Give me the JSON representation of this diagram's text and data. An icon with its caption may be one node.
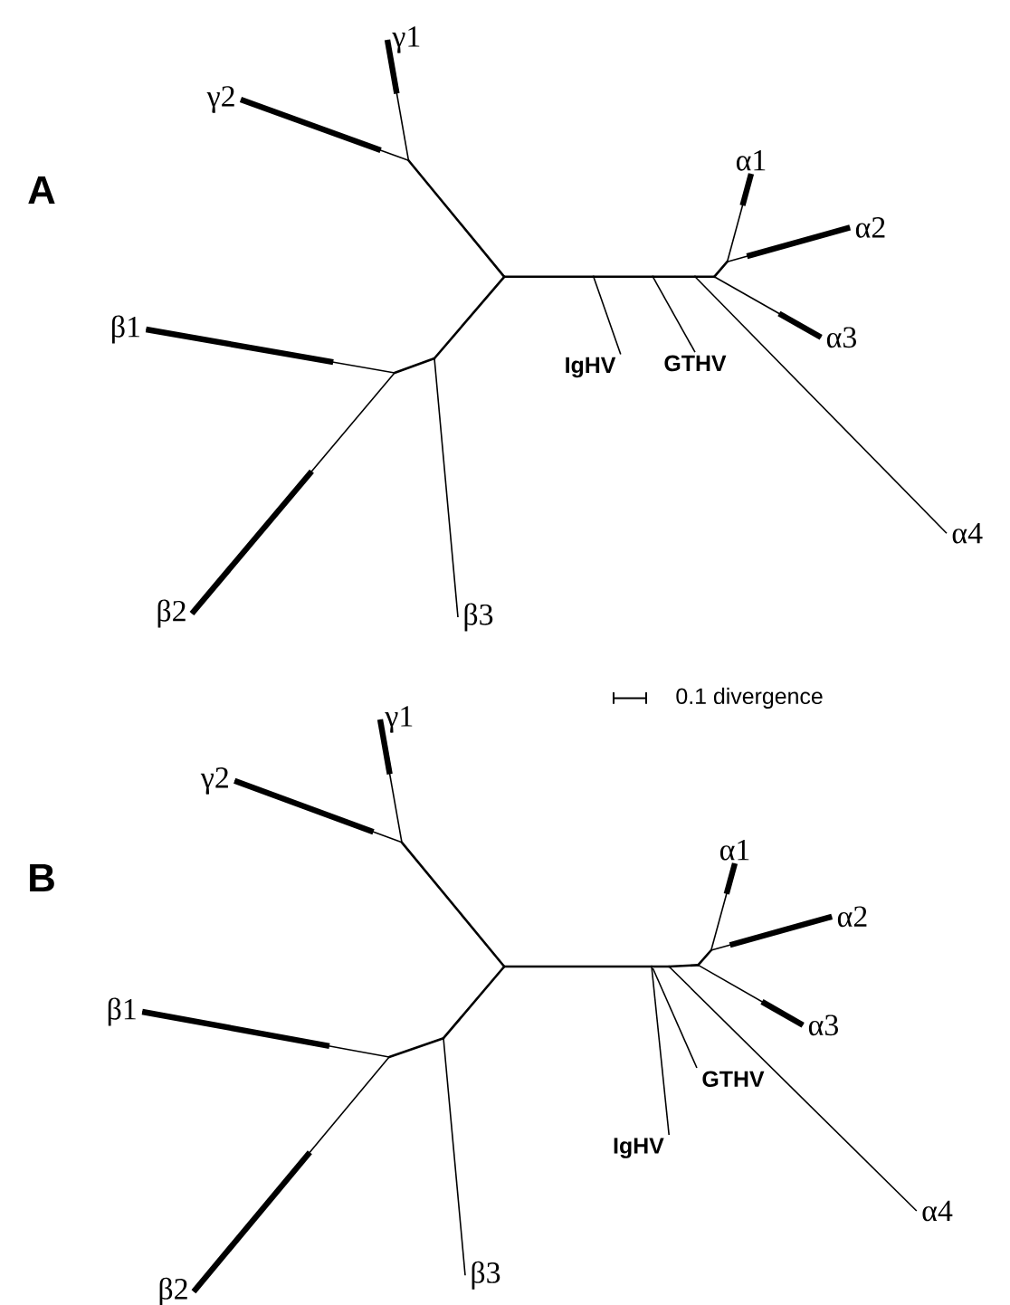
{
  "diagram": {
    "nodes": [
      {
        "text": [
          "γ1"
        ]
      },
      {
        "text": [
          "γ2"
        ]
      },
      {
        "text": [
          "α1"
        ]
      },
      {
        "text": [
          "α2"
        ]
      },
      {
        "text": [
          "β1"
        ]
      },
      {
        "text": [
          "α3"
        ]
      },
      {
        "text": [
          "IgHV"
        ]
      },
      {
        "text": [
          "GTHV"
        ]
      },
      {
        "text": [
          "α4"
        ]
      },
      {
        "text": [
          "β2"
        ]
      },
      {
        "text": [
          "β3"
        ]
      },
      {
        "text": [
          "γ1"
        ]
      },
      {
        "text": [
          "γ2"
        ]
      },
      {
        "text": [
          "α1"
        ]
      },
      {
        "text": [
          "α2"
        ]
      },
      {
        "text": [
          "β1"
        ]
      },
      {
        "text": [
          "α3"
        ]
      },
      {
        "text": [
          "GTHV"
        ]
      },
      {
        "text": [
          "IgHV"
        ]
      },
      {
        "text": [
          "α4"
        ]
      },
      {
        "text": [
          "β2"
        ]
      },
      {
        "text": [
          "β3"
        ]
      }
    ],
    "edges": [
      {
        "from": null,
        "to": 0,
        "arrow": "none"
      },
      {
        "from": null,
        "to": 1,
        "arrow": "none"
      },
      {
        "from": null,
        "to": 2,
        "arrow": "none"
      },
      {
        "from": null,
        "to": 3,
        "arrow": "none"
      },
      {
        "from": null,
        "to": 4,
        "arrow": "none"
      },
      {
        "from": null,
        "to": 5,
        "arrow": "none"
      },
      {
        "from": null,
        "to": 6,
        "arrow": "none"
      },
      {
        "from": null,
        "to": 7,
        "arrow": "none"
      },
      {
        "from": null,
        "to": 8,
        "arrow": "none"
      },
      {
        "from": null,
        "to": 9,
        "arrow": "none"
      },
      {
        "from": null,
        "to": 10,
        "arrow": "none"
      },
      {
        "from": null,
        "to": 11,
        "arrow": "none"
      },
      {
        "from": null,
        "to": 12,
        "arrow": "none"
      },
      {
        "from": null,
        "to": 13,
        "arrow": "none"
      },
      {
        "from": null,
        "to": 14,
        "arrow": "none"
      },
      {
        "from": null,
        "to": 15,
        "arrow": "none"
      },
      {
        "from": null,
        "to": 16,
        "arrow": "none"
      },
      {
        "from": null,
        "to": 17,
        "arrow": "none"
      },
      {
        "from": null,
        "to": 18,
        "arrow": "none"
      },
      {
        "from": null,
        "to": 19,
        "arrow": "none"
      },
      {
        "from": null,
        "to": 20,
        "arrow": "none"
      },
      {
        "from": null,
        "to": 21,
        "arrow": "none"
      }
    ],
    "labels": [
      "A",
      "0.1 divergence",
      "B"
    ]
  }
}
